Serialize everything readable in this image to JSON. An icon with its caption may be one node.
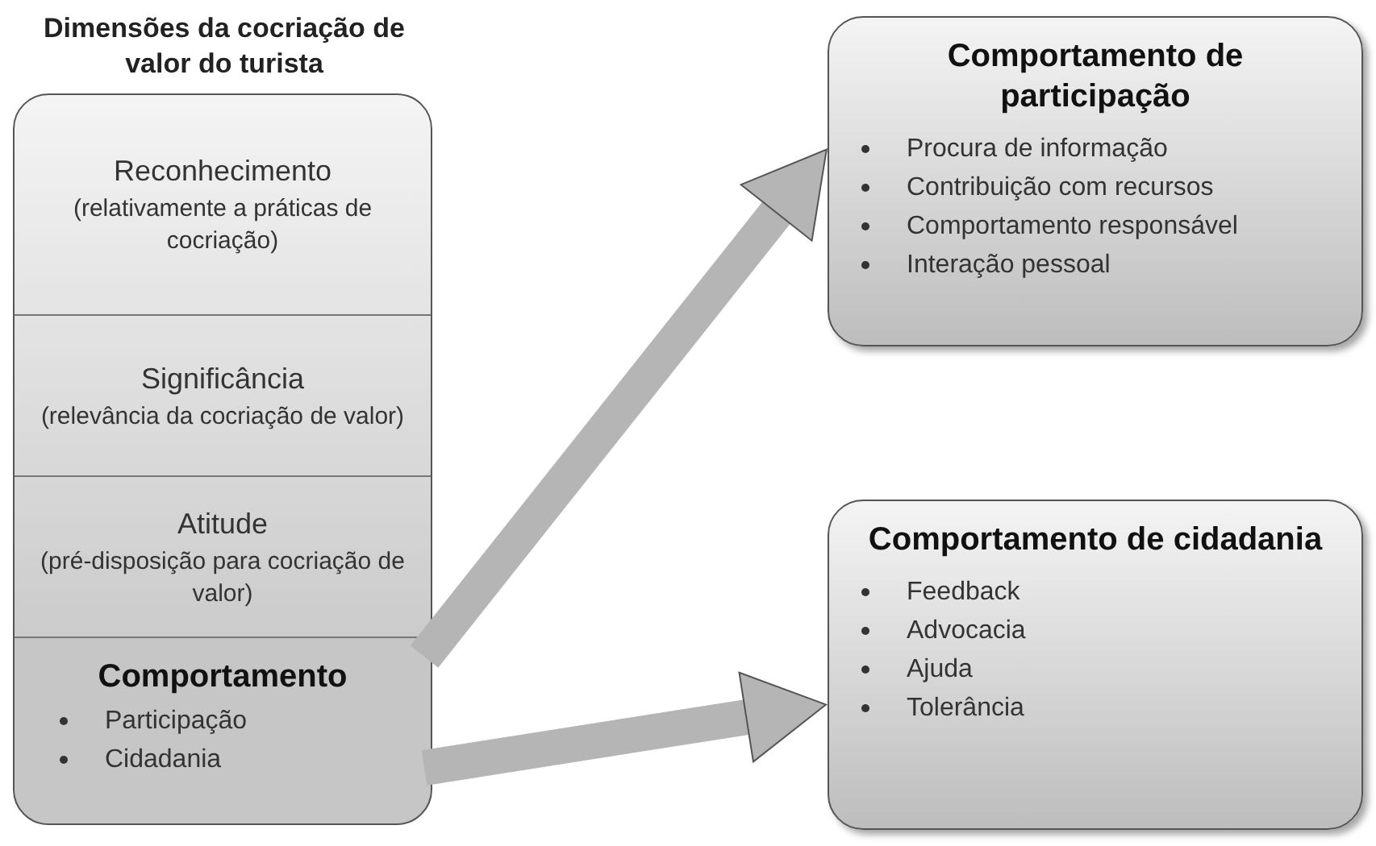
{
  "diagram": {
    "nodes": [
      {
        "text": [
          "Dimensões da cocriação de valor do turista"
        ]
      },
      {
        "text": [
          "Reconhecimento",
          "(relativamente a práticas de cocriação)"
        ],
        "in": 0
      },
      {
        "text": [
          "Significância",
          "(relevância da cocriação de valor)"
        ],
        "in": 0
      },
      {
        "text": [
          "Atitude",
          "(pré-disposição para cocriação de valor)"
        ],
        "in": 0
      },
      {
        "text": [
          "Comportamento",
          "Participação",
          "Cidadania"
        ],
        "in": 0
      },
      {
        "text": [
          "Comportamento de participação",
          "Procura de informação",
          "Contribuição com recursos",
          "Comportamento responsável",
          "Interação pessoal"
        ]
      },
      {
        "text": [
          "Comportamento de cidadania",
          "Feedback",
          "Advocacia",
          "Ajuda",
          "Tolerância"
        ]
      }
    ],
    "edges": [
      {
        "from": 4,
        "to": 5,
        "arrow": "to"
      },
      {
        "from": 4,
        "to": 6,
        "arrow": "to"
      }
    ]
  }
}
